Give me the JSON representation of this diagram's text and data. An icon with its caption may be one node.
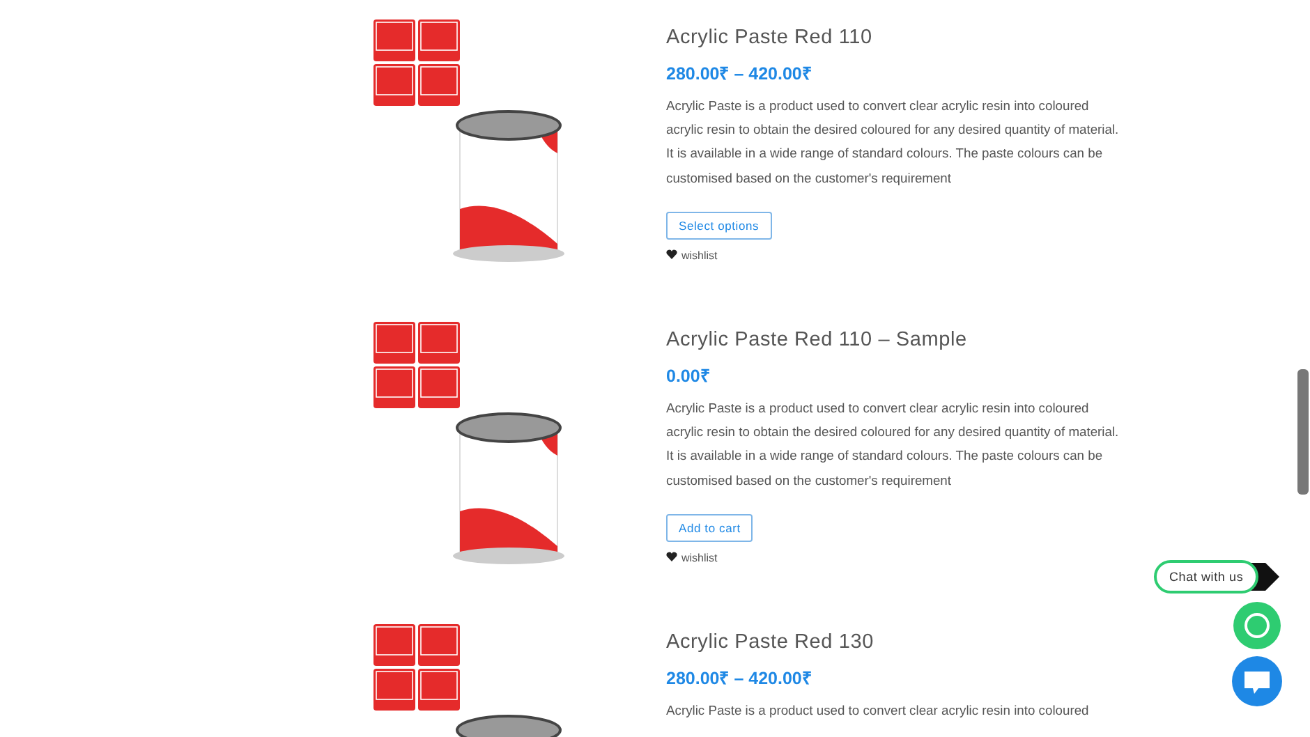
{
  "diagram": {
    "labels": [
      "Acrylic Paste Red 110",
      "280.00₹ – 420.00₹",
      "Acrylic Paste is a product used to convert clear acrylic resin into coloured acrylic resin to obtain the desired coloured for any desired quantity of material. It is available in a wide range of standard colours. The paste colours can be customised based on the customer's requirement",
      "Select options",
      "wishlist",
      "Acrylic Paste Red 110 – Sample",
      "0.00₹",
      "Acrylic Paste is a product used to convert clear acrylic resin into coloured acrylic resin to obtain the desired coloured for any desired quantity of material. It is available in a wide range of standard colours. The paste colours can be customised based on the customer's requirement",
      "Add to cart",
      "wishlist",
      "Chat with us",
      "Acrylic Paste Red 130",
      "280.00₹ – 420.00₹",
      "Acrylic Paste is a product used to convert clear acrylic resin into coloured"
    ]
  }
}
